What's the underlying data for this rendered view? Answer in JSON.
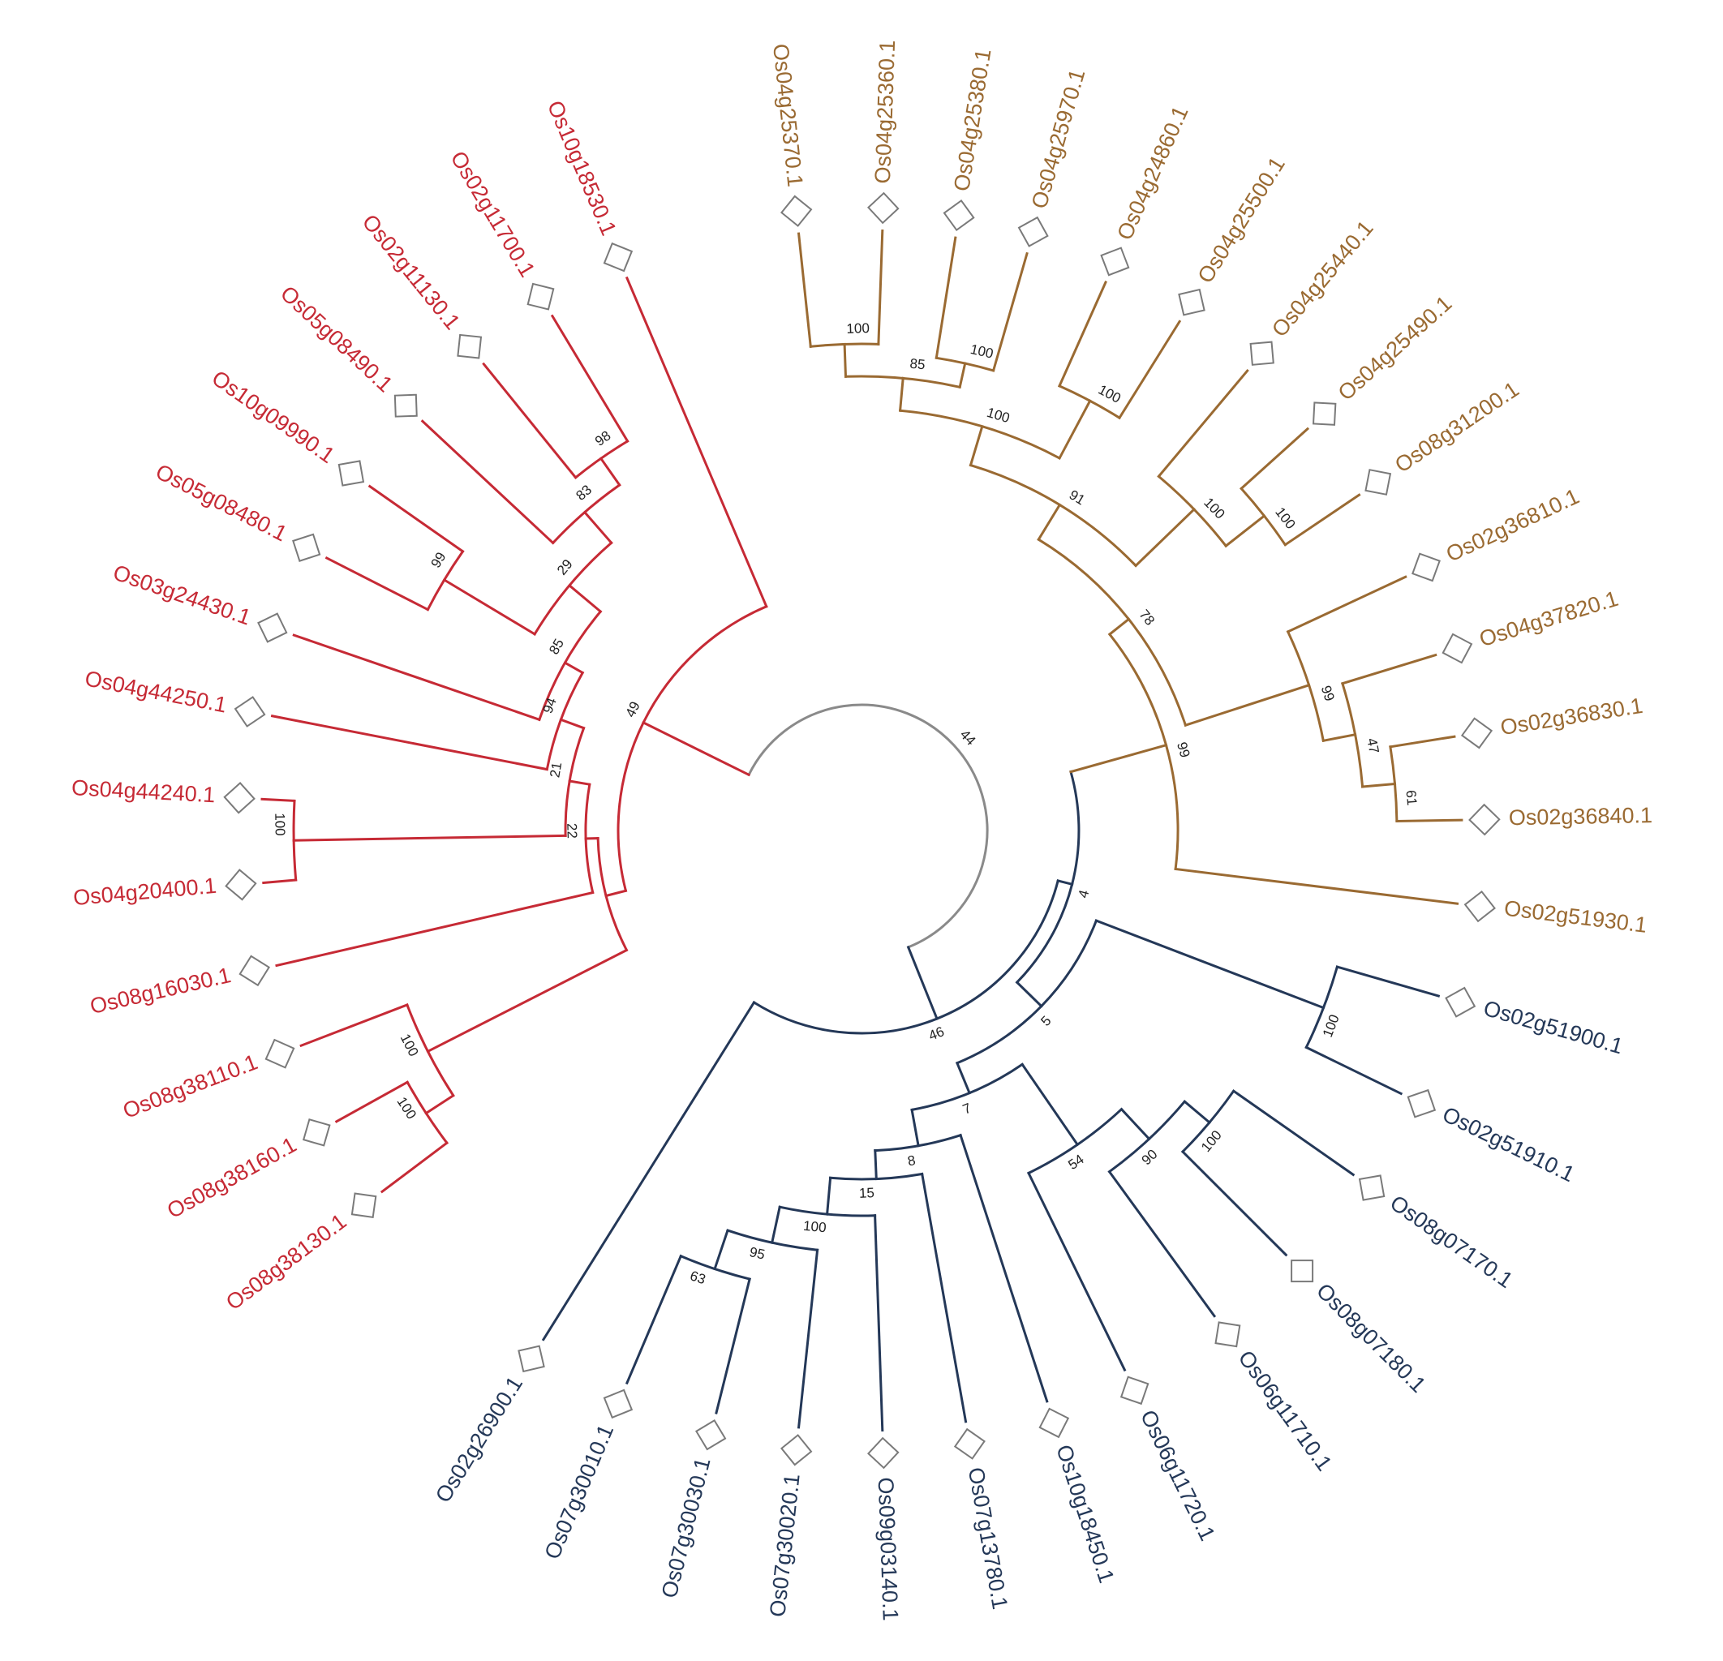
{
  "colors": {
    "clade_red": "#c62a35",
    "clade_brown": "#9a6a32",
    "clade_navy": "#243858",
    "root": "#8a8a8a"
  },
  "clades": {
    "red": {
      "leaves": [
        "Os10g18530.1",
        "Os02g11700.1",
        "Os02g11130.1",
        "Os05g08490.1",
        "Os10g09990.1",
        "Os05g08480.1",
        "Os03g24430.1",
        "Os04g44250.1",
        "Os04g44240.1",
        "Os04g20400.1",
        "Os08g16030.1",
        "Os08g38110.1",
        "Os08g38160.1",
        "Os08g38130.1"
      ],
      "bootstrap": [
        "98",
        "83",
        "29",
        "85",
        "94",
        "21",
        "22",
        "99",
        "100",
        "100",
        "100",
        "49"
      ]
    },
    "brown": {
      "leaves": [
        "Os04g25370.1",
        "Os04g25360.1",
        "Os04g25380.1",
        "Os04g25970.1",
        "Os04g24860.1",
        "Os04g25500.1",
        "Os04g25440.1",
        "Os04g25490.1",
        "Os08g31200.1",
        "Os02g36810.1",
        "Os04g37820.1",
        "Os02g36830.1",
        "Os02g36840.1",
        "Os02g51930.1"
      ],
      "bootstrap": [
        "100",
        "85",
        "100",
        "100",
        "100",
        "91",
        "100",
        "100",
        "78",
        "99",
        "47",
        "61",
        "99"
      ]
    },
    "navy": {
      "leaves": [
        "Os02g51900.1",
        "Os02g51910.1",
        "Os08g07170.1",
        "Os08g07180.1",
        "Os06g11710.1",
        "Os06g11720.1",
        "Os10g18450.1",
        "Os07g13780.1",
        "Os09g03140.1",
        "Os07g30020.1",
        "Os07g30030.1",
        "Os07g30010.1",
        "Os02g26900.1"
      ],
      "bootstrap": [
        "100",
        "4",
        "5",
        "7",
        "8",
        "54",
        "90",
        "100",
        "15",
        "100",
        "95",
        "63",
        "46",
        "44"
      ]
    }
  }
}
